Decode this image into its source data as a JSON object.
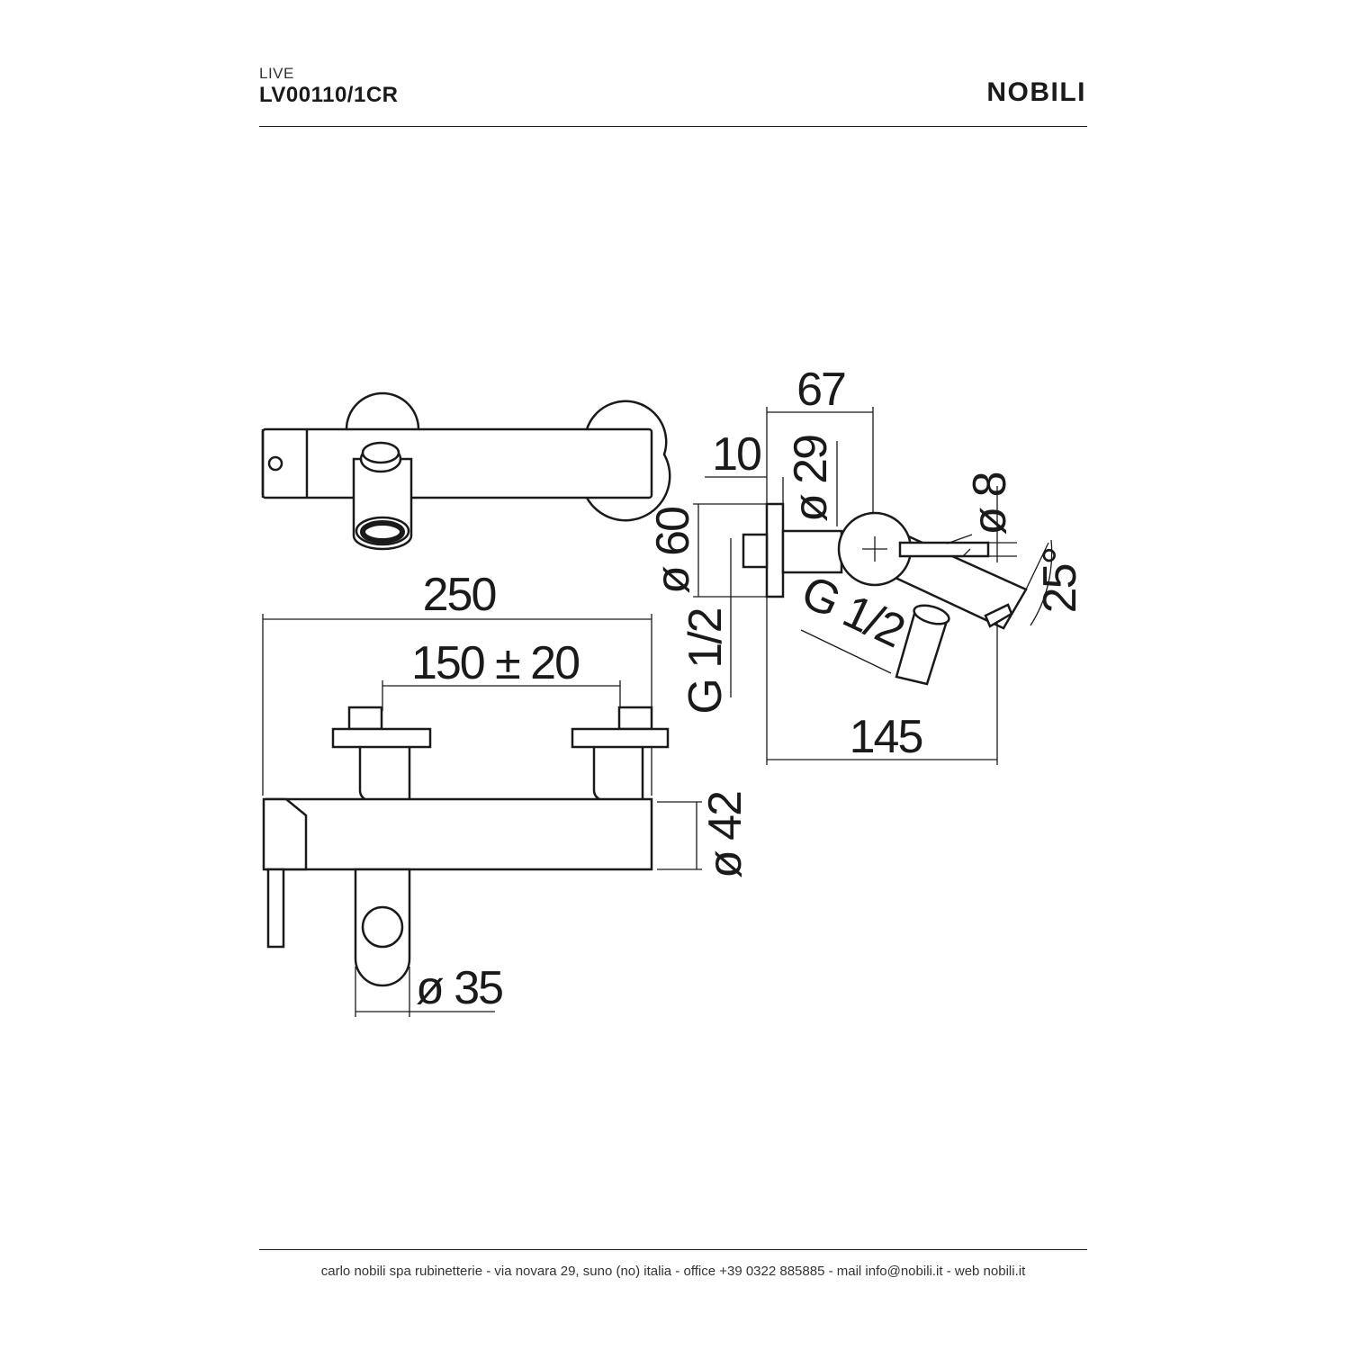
{
  "header": {
    "series": "LIVE",
    "product_code": "LV00110/1CR",
    "brand": "NOBILI"
  },
  "dimensions": {
    "overall_width": "250",
    "centers": "150 ± 20",
    "body_diameter": "ø 42",
    "spout_diameter": "ø 35",
    "depth": "67",
    "flange_thickness": "10",
    "pipe_diameter": "ø 29",
    "flange_diameter": "ø 60",
    "inlet_thread": "G 1/2",
    "outlet_thread": "G 1/2",
    "lever_diameter": "ø 8",
    "spout_angle": "25°",
    "projection": "145"
  },
  "footer": {
    "text": "carlo nobili spa rubinetterie - via novara 29, suno (no) italia - office +39 0322 885885 - mail info@nobili.it - web nobili.it"
  }
}
